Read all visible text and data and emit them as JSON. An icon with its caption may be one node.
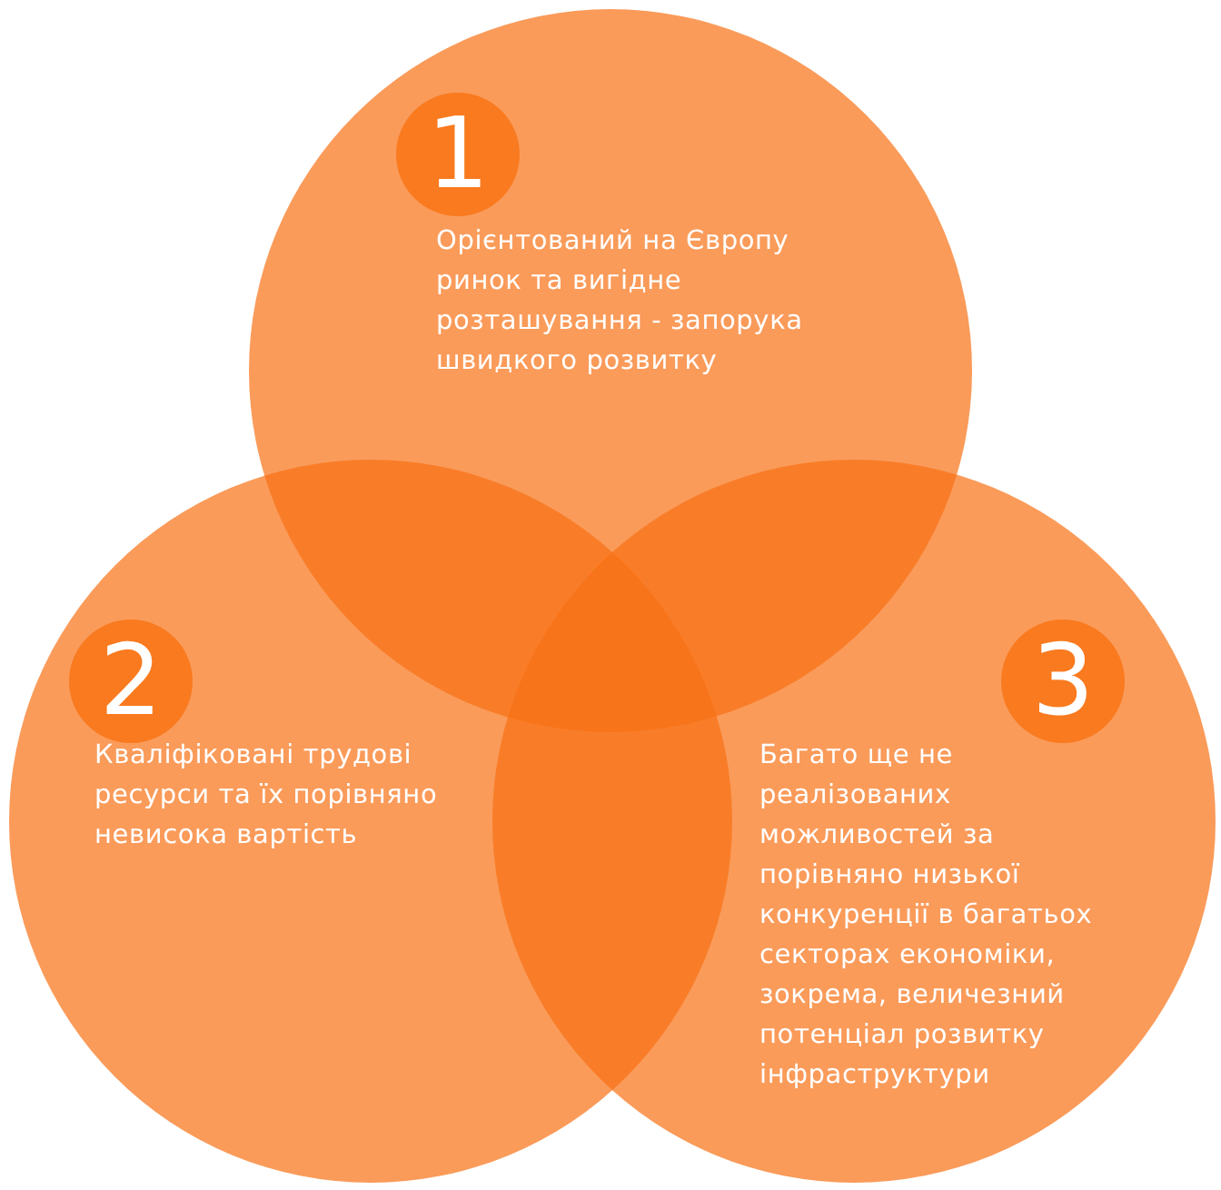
{
  "diagram": {
    "nodes": [
      {
        "text": [
          "Орієнтований на Європу ринок та вигідне розташування - запорука швидкого розвитку"
        ]
      },
      {
        "text": [
          "1"
        ],
        "in": 0
      },
      {
        "text": [
          "Кваліфіковані трудові ресурси та їх порівняно невисока вартість"
        ]
      },
      {
        "text": [
          "2"
        ],
        "in": 2
      },
      {
        "text": [
          "Багато ще не реалізованих можливостей за порівняно низької конкуренції в багатьох секторах економіки, зокрема, величезний потенціал розвитку інфраструктури"
        ]
      },
      {
        "text": [
          "3"
        ],
        "in": 4
      }
    ]
  }
}
